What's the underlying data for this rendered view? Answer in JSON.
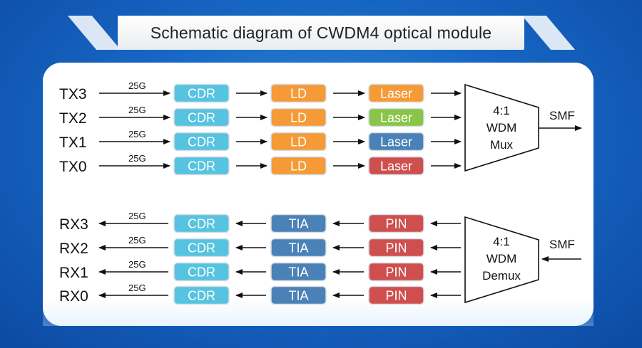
{
  "title": "Schematic diagram of CWDM4 optical module",
  "rate": "25G",
  "colors": {
    "cdr": "#56c3e0",
    "ld": "#f59a36",
    "tia": "#4a82b7",
    "pin": "#cf4f4f",
    "laser_orange": "#f59a36",
    "laser_green": "#88c548",
    "laser_blue": "#4a82b7",
    "laser_red": "#cf4f4f"
  },
  "tx": {
    "channels": [
      {
        "name": "TX3",
        "rate": "25G",
        "cdr": "CDR",
        "ld": "LD",
        "laser": "Laser",
        "laser_color": "laser_orange"
      },
      {
        "name": "TX2",
        "rate": "25G",
        "cdr": "CDR",
        "ld": "LD",
        "laser": "Laser",
        "laser_color": "laser_green"
      },
      {
        "name": "TX1",
        "rate": "25G",
        "cdr": "CDR",
        "ld": "LD",
        "laser": "Laser",
        "laser_color": "laser_blue"
      },
      {
        "name": "TX0",
        "rate": "25G",
        "cdr": "CDR",
        "ld": "LD",
        "laser": "Laser",
        "laser_color": "laser_red"
      }
    ],
    "mux": {
      "line1": "4:1",
      "line2": "WDM",
      "line3": "Mux"
    },
    "output": "SMF"
  },
  "rx": {
    "channels": [
      {
        "name": "RX3",
        "rate": "25G",
        "cdr": "CDR",
        "tia": "TIA",
        "pin": "PIN"
      },
      {
        "name": "RX2",
        "rate": "25G",
        "cdr": "CDR",
        "tia": "TIA",
        "pin": "PIN"
      },
      {
        "name": "RX1",
        "rate": "25G",
        "cdr": "CDR",
        "tia": "TIA",
        "pin": "PIN"
      },
      {
        "name": "RX0",
        "rate": "25G",
        "cdr": "CDR",
        "tia": "TIA",
        "pin": "PIN"
      }
    ],
    "demux": {
      "line1": "4:1",
      "line2": "WDM",
      "line3": "Demux"
    },
    "input": "SMF"
  }
}
